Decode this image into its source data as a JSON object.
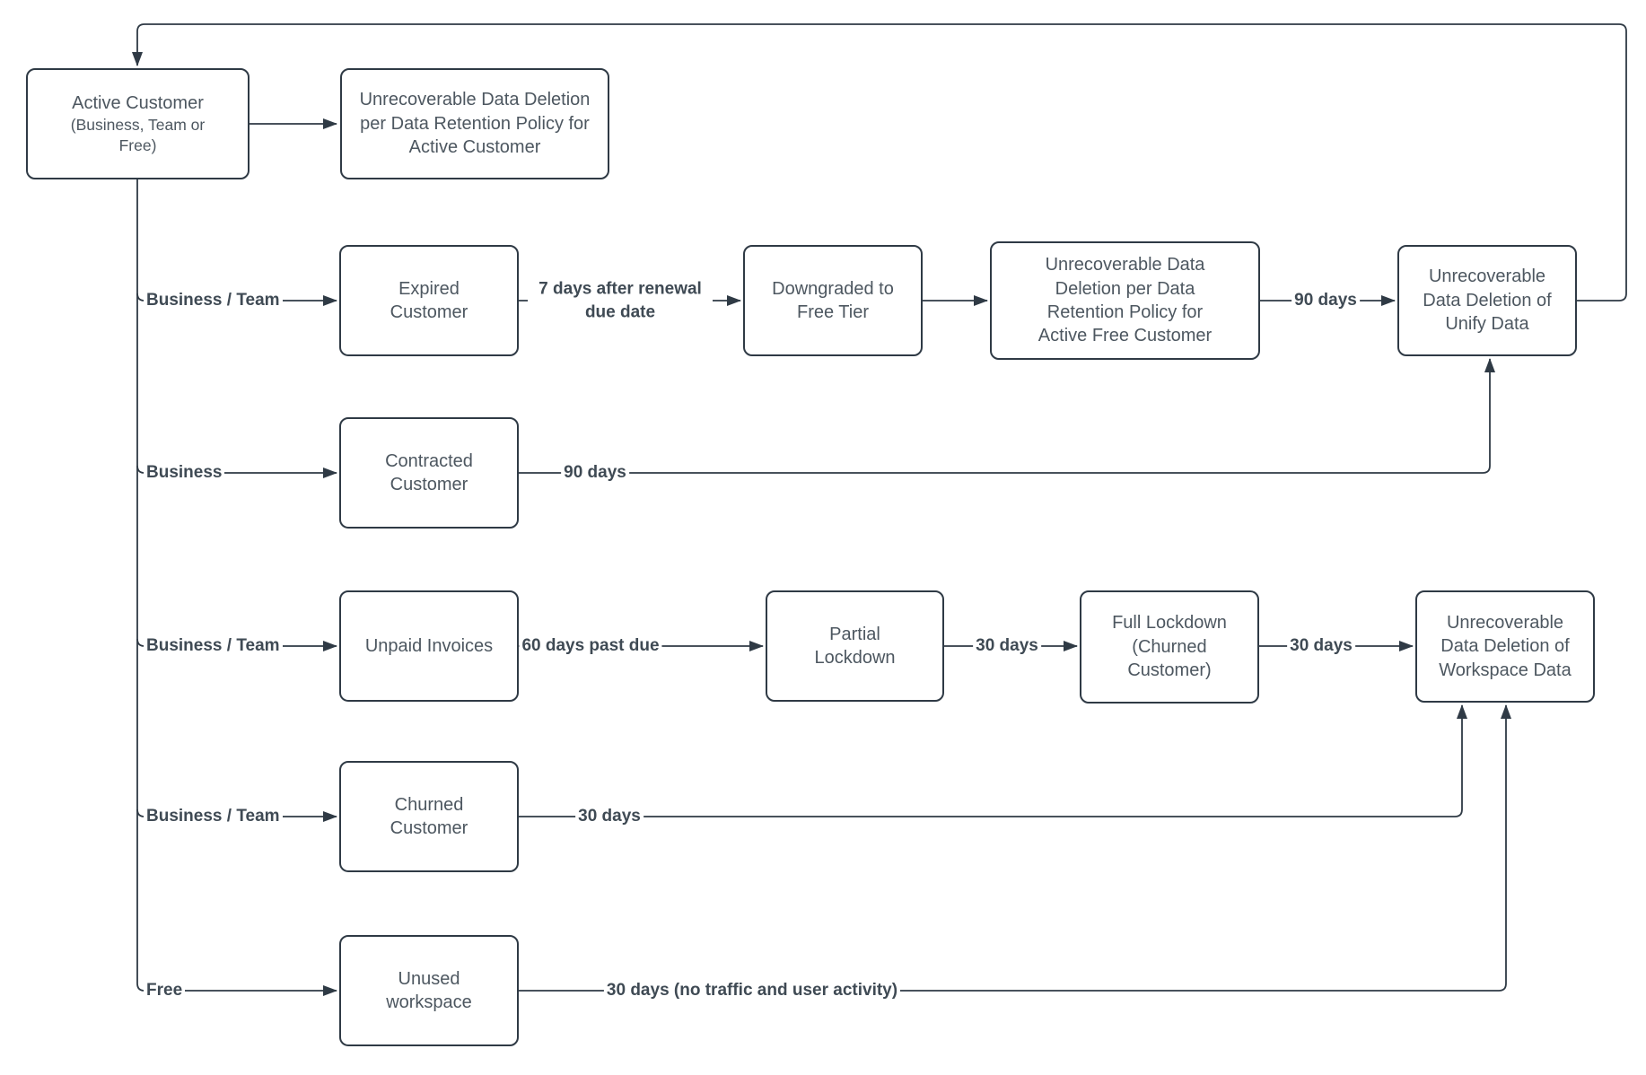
{
  "diagram": {
    "nodes": {
      "active": {
        "title": "Active Customer",
        "subtitle": "(Business, Team or Free)"
      },
      "del_active": {
        "label": "Unrecoverable Data Deletion per Data Retention Policy for Active Customer"
      },
      "expired": {
        "label": "Expired Customer"
      },
      "downgraded": {
        "label": "Downgraded to Free Tier"
      },
      "del_free": {
        "label": "Unrecoverable Data Deletion per Data Retention Policy for Active Free Customer"
      },
      "unify": {
        "label": "Unrecoverable Data Deletion of Unify Data"
      },
      "contracted": {
        "label": "Contracted Customer"
      },
      "unpaid": {
        "label": "Unpaid Invoices"
      },
      "partial": {
        "label": "Partial Lockdown"
      },
      "full": {
        "label": "Full Lockdown (Churned Customer)"
      },
      "workspace": {
        "label": "Unrecoverable Data Deletion of Workspace Data"
      },
      "churned": {
        "label": "Churned Customer"
      },
      "unused": {
        "label": "Unused workspace"
      }
    },
    "edge_labels": {
      "business_team_expired": "Business / Team",
      "seven_days": "7 days after renewal due date",
      "ninety_days_free": "90 days",
      "business": "Business",
      "ninety_days_contracted": "90 days",
      "business_team_unpaid": "Business / Team",
      "sixty_days": "60 days past due",
      "thirty_days_partial": "30 days",
      "thirty_days_full": "30 days",
      "business_team_churned": "Business / Team",
      "thirty_days_churned": "30 days",
      "free": "Free",
      "thirty_days_unused": "30 days (no traffic and user activity)"
    },
    "colors": {
      "stroke": "#2f3a45",
      "box_text": "#4d5760",
      "label_text": "#3f4a54",
      "background": "#ffffff"
    }
  }
}
